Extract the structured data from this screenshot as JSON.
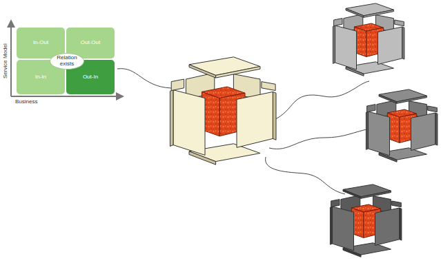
{
  "diagram": {
    "nodes": [
      {
        "text": [
          "In-Out"
        ]
      },
      {
        "text": [
          "Out-Out"
        ]
      },
      {
        "text": [
          "Relation exists"
        ]
      },
      {
        "text": [
          "In-In"
        ]
      },
      {
        "text": [
          "Out-In"
        ]
      }
    ],
    "labels": [
      "Service Model",
      "Business"
    ]
  }
}
